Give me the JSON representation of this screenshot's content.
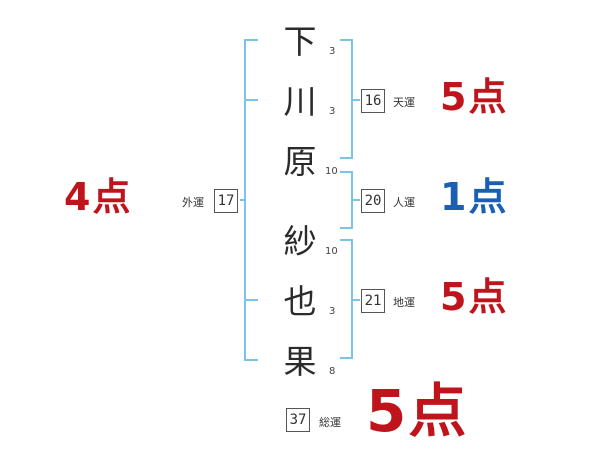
{
  "name_chars": [
    {
      "char": "下",
      "strokes": "3"
    },
    {
      "char": "川",
      "strokes": "3"
    },
    {
      "char": "原",
      "strokes": "10"
    },
    {
      "char": "紗",
      "strokes": "10"
    },
    {
      "char": "也",
      "strokes": "3"
    },
    {
      "char": "果",
      "strokes": "8"
    }
  ],
  "fortunes": {
    "tenun": {
      "label": "天運",
      "value": "16",
      "score_num": "5",
      "score_unit": "点"
    },
    "jinun": {
      "label": "人運",
      "value": "20",
      "score_num": "1",
      "score_unit": "点"
    },
    "chiun": {
      "label": "地運",
      "value": "21",
      "score_num": "5",
      "score_unit": "点"
    },
    "gaiun": {
      "label": "外運",
      "value": "17",
      "score_num": "4",
      "score_unit": "点"
    },
    "souun": {
      "label": "総運",
      "value": "37",
      "score_num": "5",
      "score_unit": "点"
    }
  },
  "colors": {
    "good": "#c0141c",
    "bad": "#1a5fb4",
    "bracket": "#7cc4e6"
  }
}
